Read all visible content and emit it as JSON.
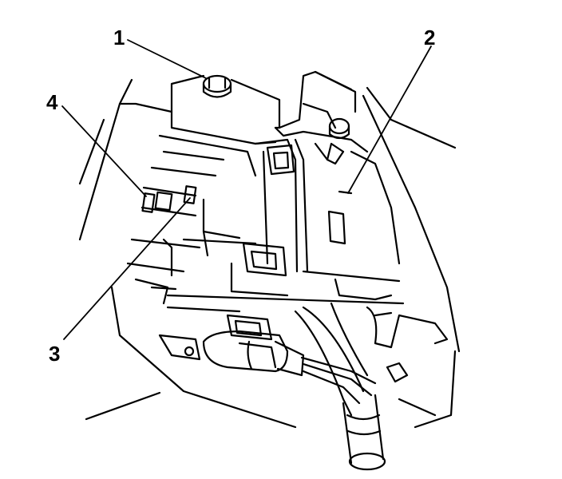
{
  "callouts": [
    {
      "label": "1",
      "part": "bolt"
    },
    {
      "label": "2",
      "part": "module-bracket"
    },
    {
      "label": "3",
      "part": "release-tab"
    },
    {
      "label": "4",
      "part": "retaining-tab"
    }
  ],
  "colors": {
    "line": "#000000",
    "background": "#ffffff"
  }
}
